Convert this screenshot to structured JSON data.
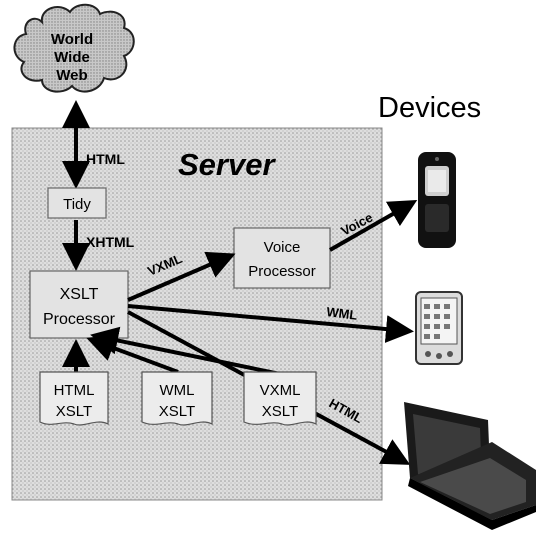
{
  "cloud": {
    "lines": [
      "World",
      "Wide",
      "Web"
    ]
  },
  "server": {
    "label": "Server"
  },
  "devices": {
    "label": "Devices"
  },
  "nodes": {
    "tidy": "Tidy",
    "xslt_processor": [
      "XSLT",
      "Processor"
    ],
    "voice_processor": [
      "Voice",
      "Processor"
    ]
  },
  "stylesheets": [
    {
      "lines": [
        "HTML",
        "XSLT"
      ]
    },
    {
      "lines": [
        "WML",
        "XSLT"
      ]
    },
    {
      "lines": [
        "VXML",
        "XSLT"
      ]
    }
  ],
  "edges": {
    "www_html": "HTML",
    "tidy_xhtml": "XHTML",
    "vxml": "VXML",
    "voice": "Voice",
    "wml": "WML",
    "html_out": "HTML"
  },
  "device_icons": [
    "mobile-phone-icon",
    "pda-icon",
    "laptop-icon"
  ],
  "colors": {
    "stroke": "#000000",
    "panel": "#d6d6d6",
    "box": "#e3e3e3"
  }
}
